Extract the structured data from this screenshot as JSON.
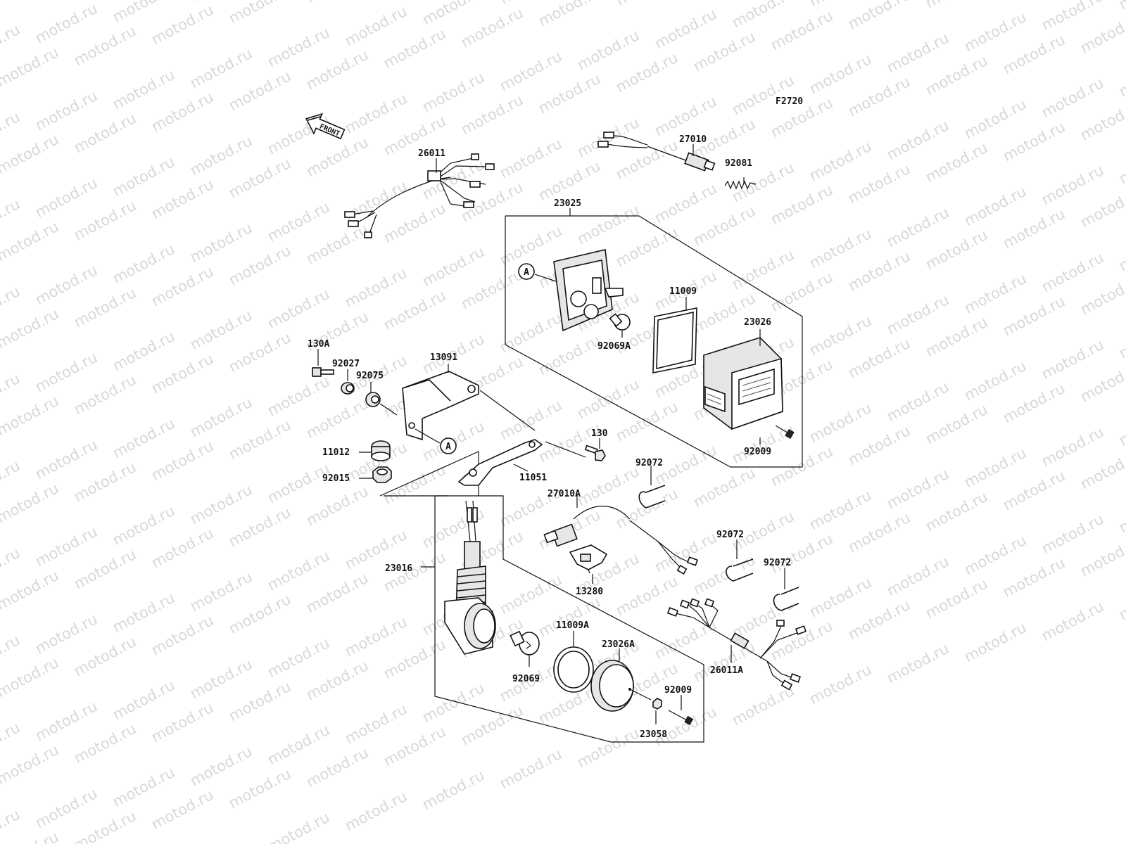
{
  "figure_code": "F2720",
  "watermark": "motod.ru",
  "front_label": "FRONT",
  "callout_letter": "A",
  "part_numbers": {
    "harness_front": "26011",
    "switch_top": "27010",
    "spring": "92081",
    "taillight_assy": "23025",
    "lens_gasket": "11009",
    "bulb_tail": "92069A",
    "lens_tail": "23026",
    "bolt_130A": "130A",
    "collar": "92027",
    "grommet": "92075",
    "bracket": "13091",
    "damper": "11012",
    "nut": "92015",
    "bolt_130": "130",
    "plate_bracket": "11051",
    "clamp_1": "92072",
    "switch_side": "27010A",
    "clamp_2": "92072",
    "clamp_3": "92072",
    "turn_assy": "23016",
    "holder": "13280",
    "gasket_turn": "11009A",
    "lens_turn": "23026A",
    "bulb_turn": "92069",
    "screw_tail": "92009",
    "screw_turn": "92009",
    "washer": "23058",
    "harness_rear": "26011A"
  }
}
